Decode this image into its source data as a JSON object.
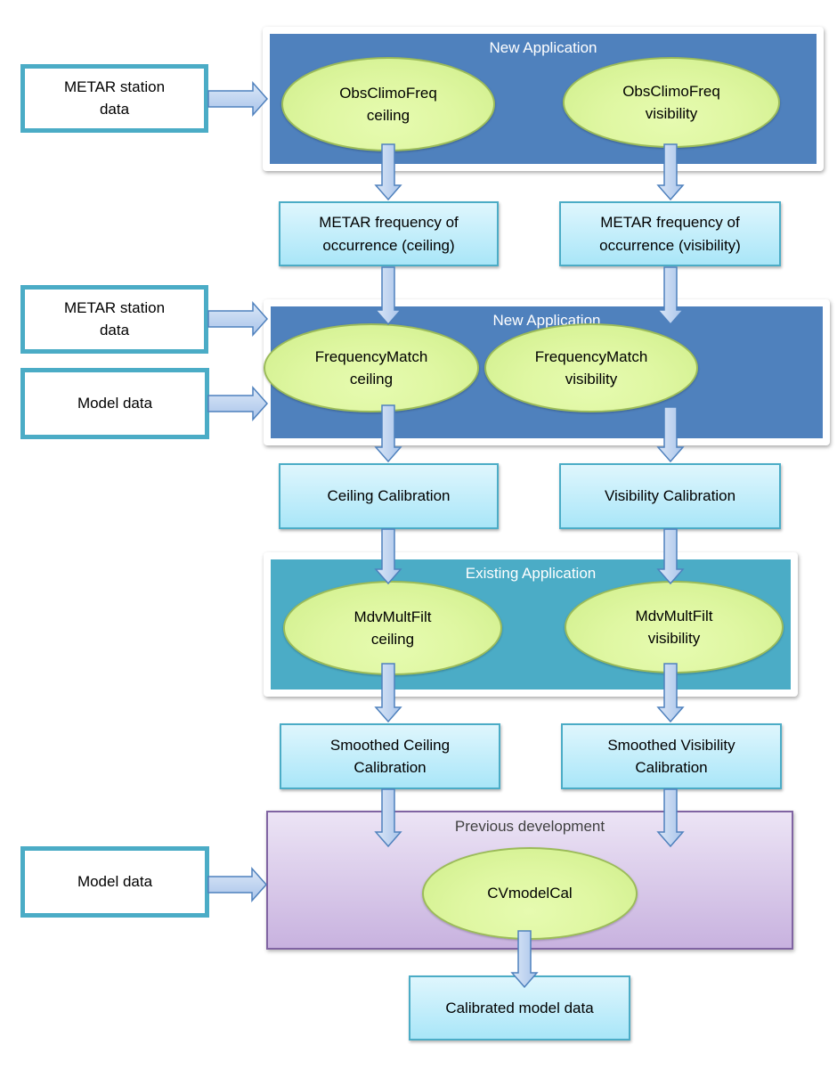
{
  "colors": {
    "new_application_panel": "#4f81bd",
    "existing_application_panel": "#4bacc6",
    "previous_development_border": "#8064a2",
    "ellipse_fill": "#dff7a2",
    "ellipse_border": "#9bbb59",
    "input_border": "#4bacc6",
    "arrow_fill": "#c6d9f1",
    "arrow_stroke": "#4f81bd"
  },
  "stages": {
    "obsclimofreq": {
      "title": "New Application",
      "processes": [
        "ObsClimoFreq\nceiling",
        "ObsClimoFreq\nvisibility"
      ],
      "inputs": [
        "METAR station\ndata"
      ]
    },
    "metar_freq_outputs": [
      "METAR frequency of\noccurrence (ceiling)",
      "METAR frequency of\noccurrence (visibility)"
    ],
    "frequencymatch": {
      "title": "New Application",
      "processes": [
        "FrequencyMatch\nceiling",
        "FrequencyMatch\nvisibility"
      ],
      "inputs": [
        "METAR station\ndata",
        "Model data"
      ]
    },
    "calibration_outputs": [
      "Ceiling Calibration",
      "Visibility Calibration"
    ],
    "mdvmultfilt": {
      "title": "Existing Application",
      "processes": [
        "MdvMultFilt\nceiling",
        "MdvMultFilt\nvisibility"
      ]
    },
    "smoothed_outputs": [
      "Smoothed Ceiling\nCalibration",
      "Smoothed Visibility\nCalibration"
    ],
    "cvmodelcal": {
      "title": "Previous development",
      "process": "CVmodelCal",
      "inputs": [
        "Model data"
      ]
    },
    "final_output": "Calibrated model data"
  }
}
